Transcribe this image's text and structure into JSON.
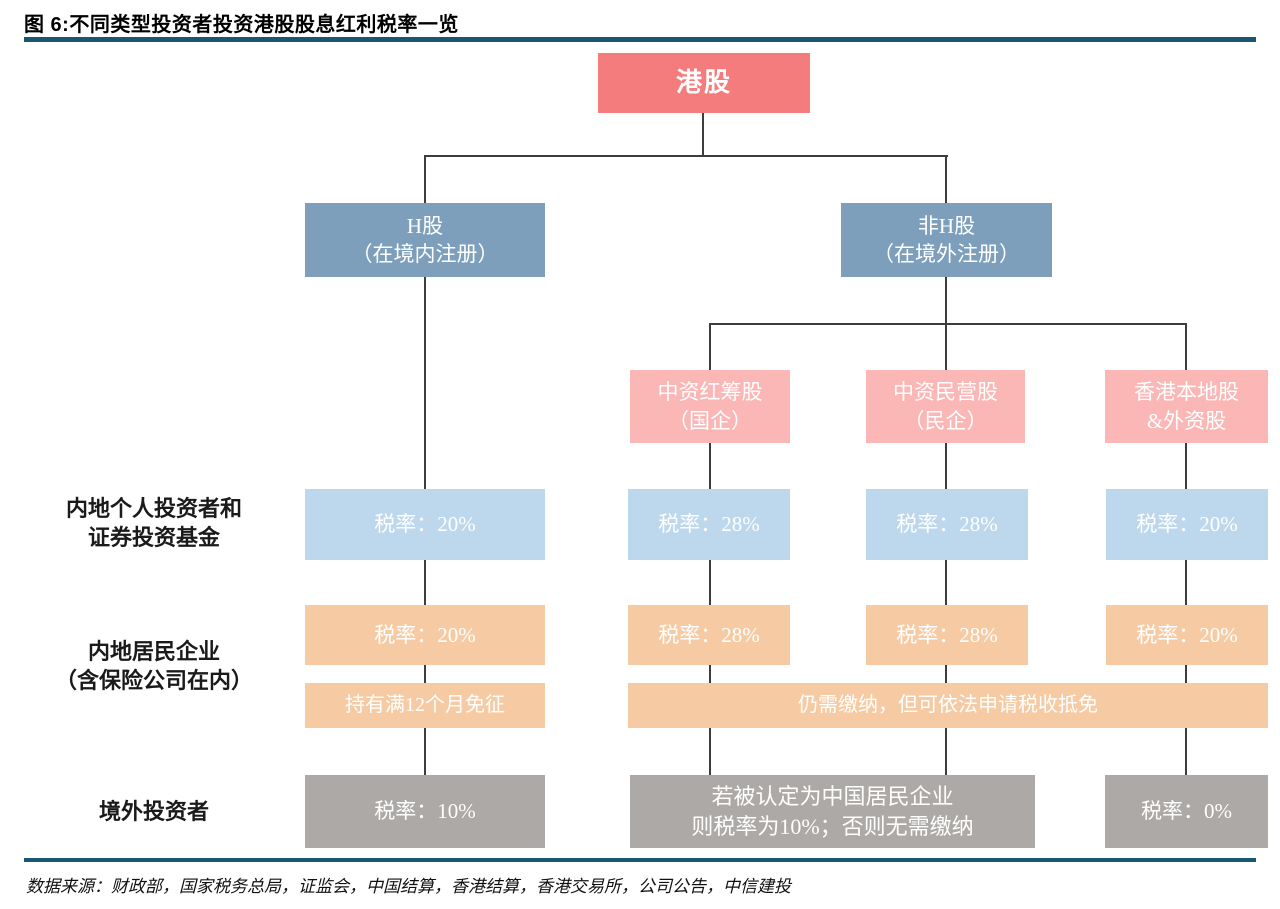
{
  "title": "图 6:不同类型投资者投资港股股息红利税率一览",
  "source": "数据来源：财政部，国家税务总局，证监会，中国结算，香港结算，香港交易所，公司公告，中信建投",
  "colors": {
    "rule": "#1a5670",
    "root_red": "#f57c7c",
    "branch_blue": "#7d9fbc",
    "pink": "#fbb6b6",
    "light_blue": "#bdd7ec",
    "orange": "#f6cba4",
    "gray": "#aca9a6",
    "connector": "#3d3d3d"
  },
  "tree": {
    "root": "港股",
    "h_share": {
      "line1": "H股",
      "line2": "（在境内注册）"
    },
    "non_h_share": {
      "line1": "非H股",
      "line2": "（在境外注册）"
    },
    "sub": [
      {
        "line1": "中资红筹股",
        "line2": "（国企）"
      },
      {
        "line1": "中资民营股",
        "line2": "（民企）"
      },
      {
        "line1": "香港本地股",
        "line2": "&外资股"
      }
    ]
  },
  "rows": {
    "individual": {
      "label_line1": "内地个人投资者和",
      "label_line2": "证券投资基金",
      "rates": [
        "税率：20%",
        "税率：28%",
        "税率：28%",
        "税率：20%"
      ]
    },
    "enterprise": {
      "label_line1": "内地居民企业",
      "label_line2": "（含保险公司在内）",
      "rates": [
        "税率：20%",
        "税率：28%",
        "税率：28%",
        "税率：20%"
      ],
      "note_h": "持有满12个月免征",
      "note_non_h": "仍需缴纳，但可依法申请税收抵免"
    },
    "foreign": {
      "label": "境外投资者",
      "rate_h": "税率：10%",
      "note_line1": "若被认定为中国居民企业",
      "note_line2": "则税率为10%；否则无需缴纳",
      "rate_local": "税率：0%"
    }
  }
}
